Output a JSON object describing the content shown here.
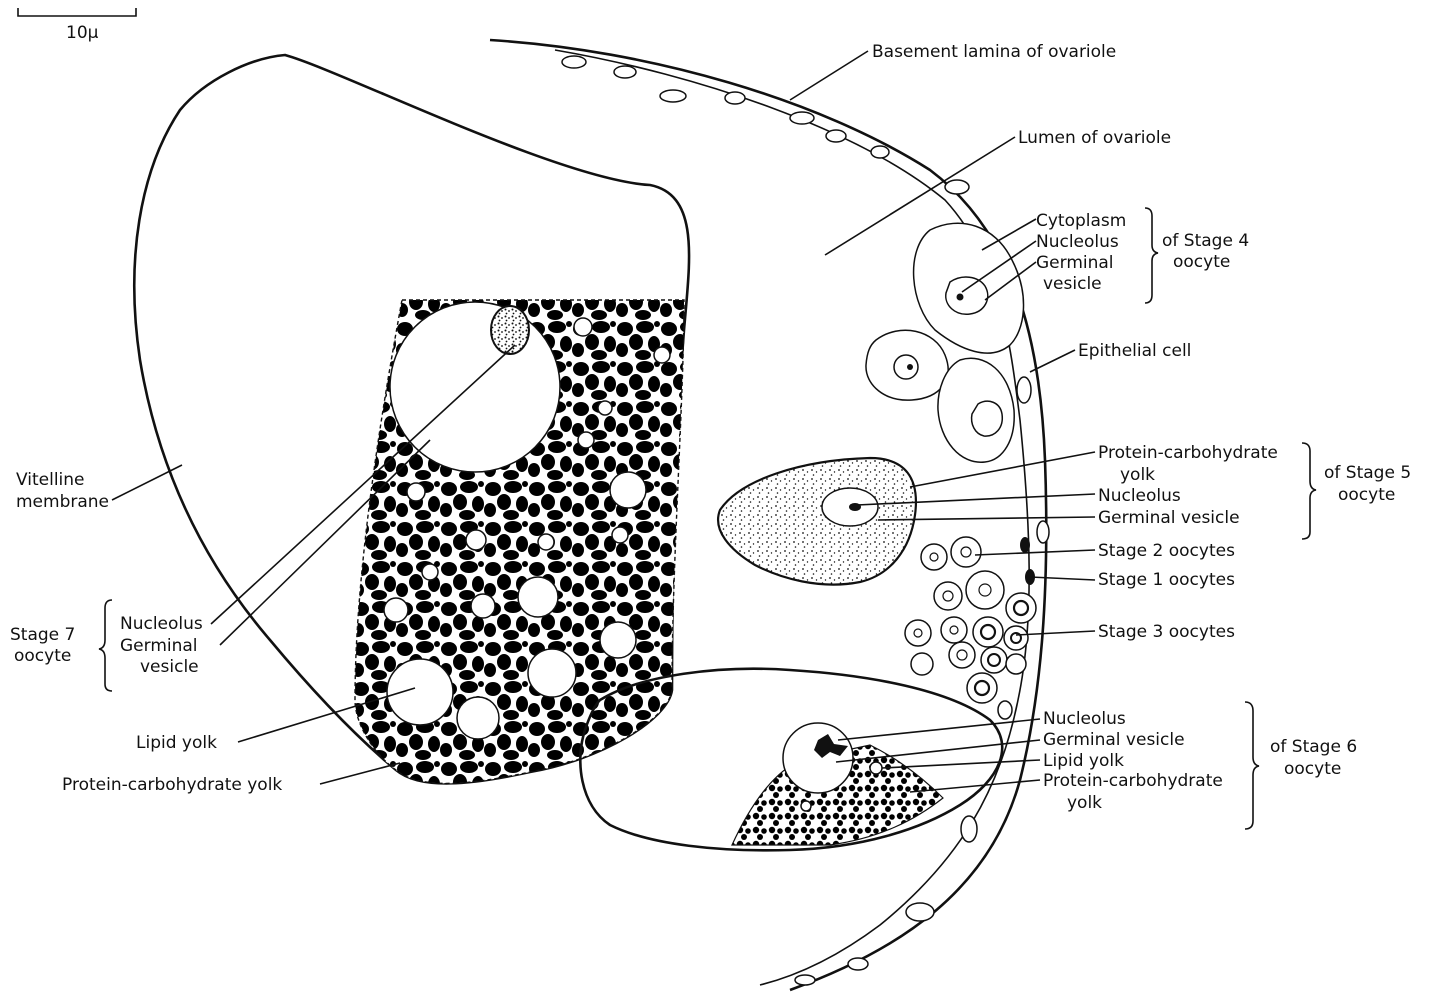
{
  "scale_bar": {
    "label": "10μ"
  },
  "labels": {
    "basement_lamina": "Basement lamina of ovariole",
    "lumen": "Lumen of ovariole",
    "s4_cytoplasm": "Cytoplasm",
    "s4_nucleolus": "Nucleolus",
    "s4_germinal_1": "Germinal",
    "s4_germinal_2": "vesicle",
    "s4_group_1": "of Stage 4",
    "s4_group_2": "oocyte",
    "epithelial_cell": "Epithelial cell",
    "s5_protein_1": "Protein-carbohydrate",
    "s5_protein_2": "yolk",
    "s5_nucleolus": "Nucleolus",
    "s5_germinal": "Germinal vesicle",
    "s5_group_1": "of Stage 5",
    "s5_group_2": "oocyte",
    "stage2": "Stage 2 oocytes",
    "stage1": "Stage 1 oocytes",
    "stage3": "Stage 3 oocytes",
    "s6_nucleolus": "Nucleolus",
    "s6_germinal": "Germinal vesicle",
    "s6_lipid": "Lipid yolk",
    "s6_protein_1": "Protein-carbohydrate",
    "s6_protein_2": "yolk",
    "s6_group_1": "of Stage 6",
    "s6_group_2": "oocyte",
    "vitelline_1": "Vitelline",
    "vitelline_2": "membrane",
    "s7_group_1": "Stage 7",
    "s7_group_2": "oocyte",
    "s7_nucleolus": "Nucleolus",
    "s7_germinal_1": "Germinal",
    "s7_germinal_2": "vesicle",
    "lipid_yolk": "Lipid yolk",
    "protein_yolk": "Protein-carbohydrate yolk"
  }
}
